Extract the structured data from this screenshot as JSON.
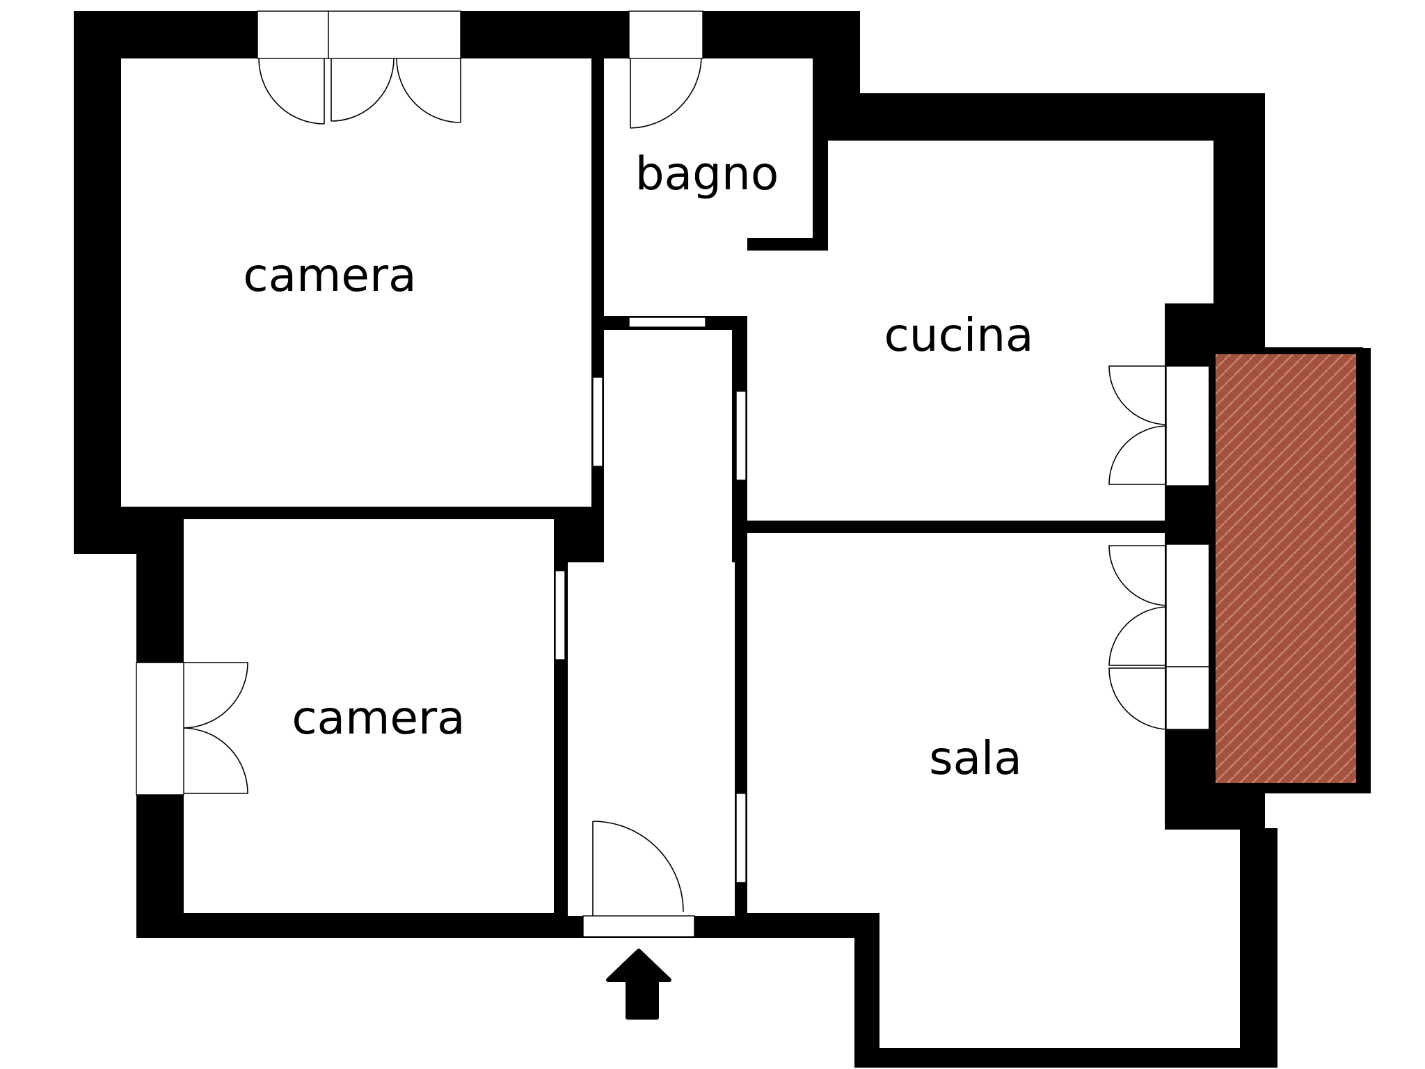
{
  "floorplan": {
    "rooms": [
      {
        "id": "camera-top",
        "label": "camera"
      },
      {
        "id": "bagno",
        "label": "bagno"
      },
      {
        "id": "cucina",
        "label": "cucina"
      },
      {
        "id": "camera-bottom",
        "label": "camera"
      },
      {
        "id": "sala",
        "label": "sala"
      }
    ],
    "colors": {
      "wall": "#000000",
      "floor": "#ffffff",
      "balcony": "#a5533f",
      "balcony_line": "#c98a78"
    },
    "icons": {
      "entrance": "arrow-up-icon"
    }
  }
}
